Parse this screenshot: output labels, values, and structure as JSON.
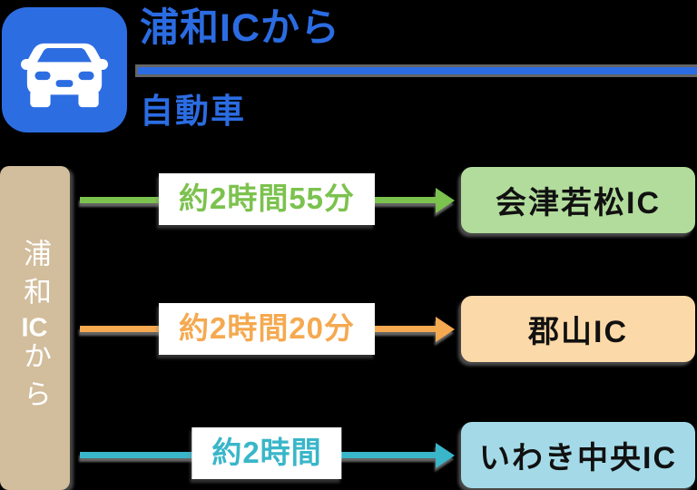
{
  "page": {
    "background": "#000000"
  },
  "header": {
    "icon": "car-icon",
    "icon_bg": "#2d6de2",
    "accent": "#2b6ce2",
    "title": "浦和ICから",
    "subtitle": "自動車"
  },
  "origin": {
    "text": "浦和ICから",
    "part1": "浦和",
    "part2": "IC",
    "part3": "から",
    "bg": "#d2bd9c",
    "text_color": "#ffffff"
  },
  "routes": [
    {
      "duration": "約2時間55分",
      "destination": "会津若松IC",
      "arrow_color": "#7cc24e",
      "box_bg": "#b2dc9c"
    },
    {
      "duration": "約2時間20分",
      "destination": "郡山IC",
      "arrow_color": "#f5a950",
      "box_bg": "#fcd9a8"
    },
    {
      "duration": "約2時間",
      "destination": "いわき中央IC",
      "arrow_color": "#39b6c9",
      "box_bg": "#a4dae8"
    }
  ]
}
